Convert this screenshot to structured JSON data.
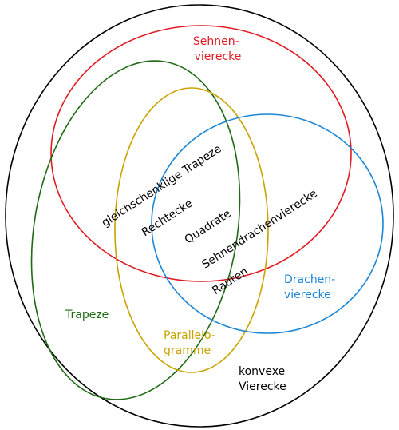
{
  "sets": {
    "convex": {
      "label_lines": [
        "konvexe",
        "Vierecke"
      ],
      "color": "#000000"
    },
    "cyclic": {
      "label_lines": [
        "Sehnen-",
        "vierecke"
      ],
      "color": "#e01b24"
    },
    "trapezoid": {
      "label_lines": [
        "Trapeze"
      ],
      "color": "#1d6a12"
    },
    "parallelogram": {
      "label_lines": [
        "Parallelo-",
        "gramme"
      ],
      "color": "#c9a200"
    },
    "kite": {
      "label_lines": [
        "Drachen-",
        "vierecke"
      ],
      "color": "#1c86d6"
    }
  },
  "intersections": {
    "isosceles_trapezoids": "gleichschenklige Trapeze",
    "rectangles": "Rechtecke",
    "squares": "Quadrate",
    "bicentric_kites": "Sehnendrachenvierecke",
    "rhombi": "Rauten"
  }
}
